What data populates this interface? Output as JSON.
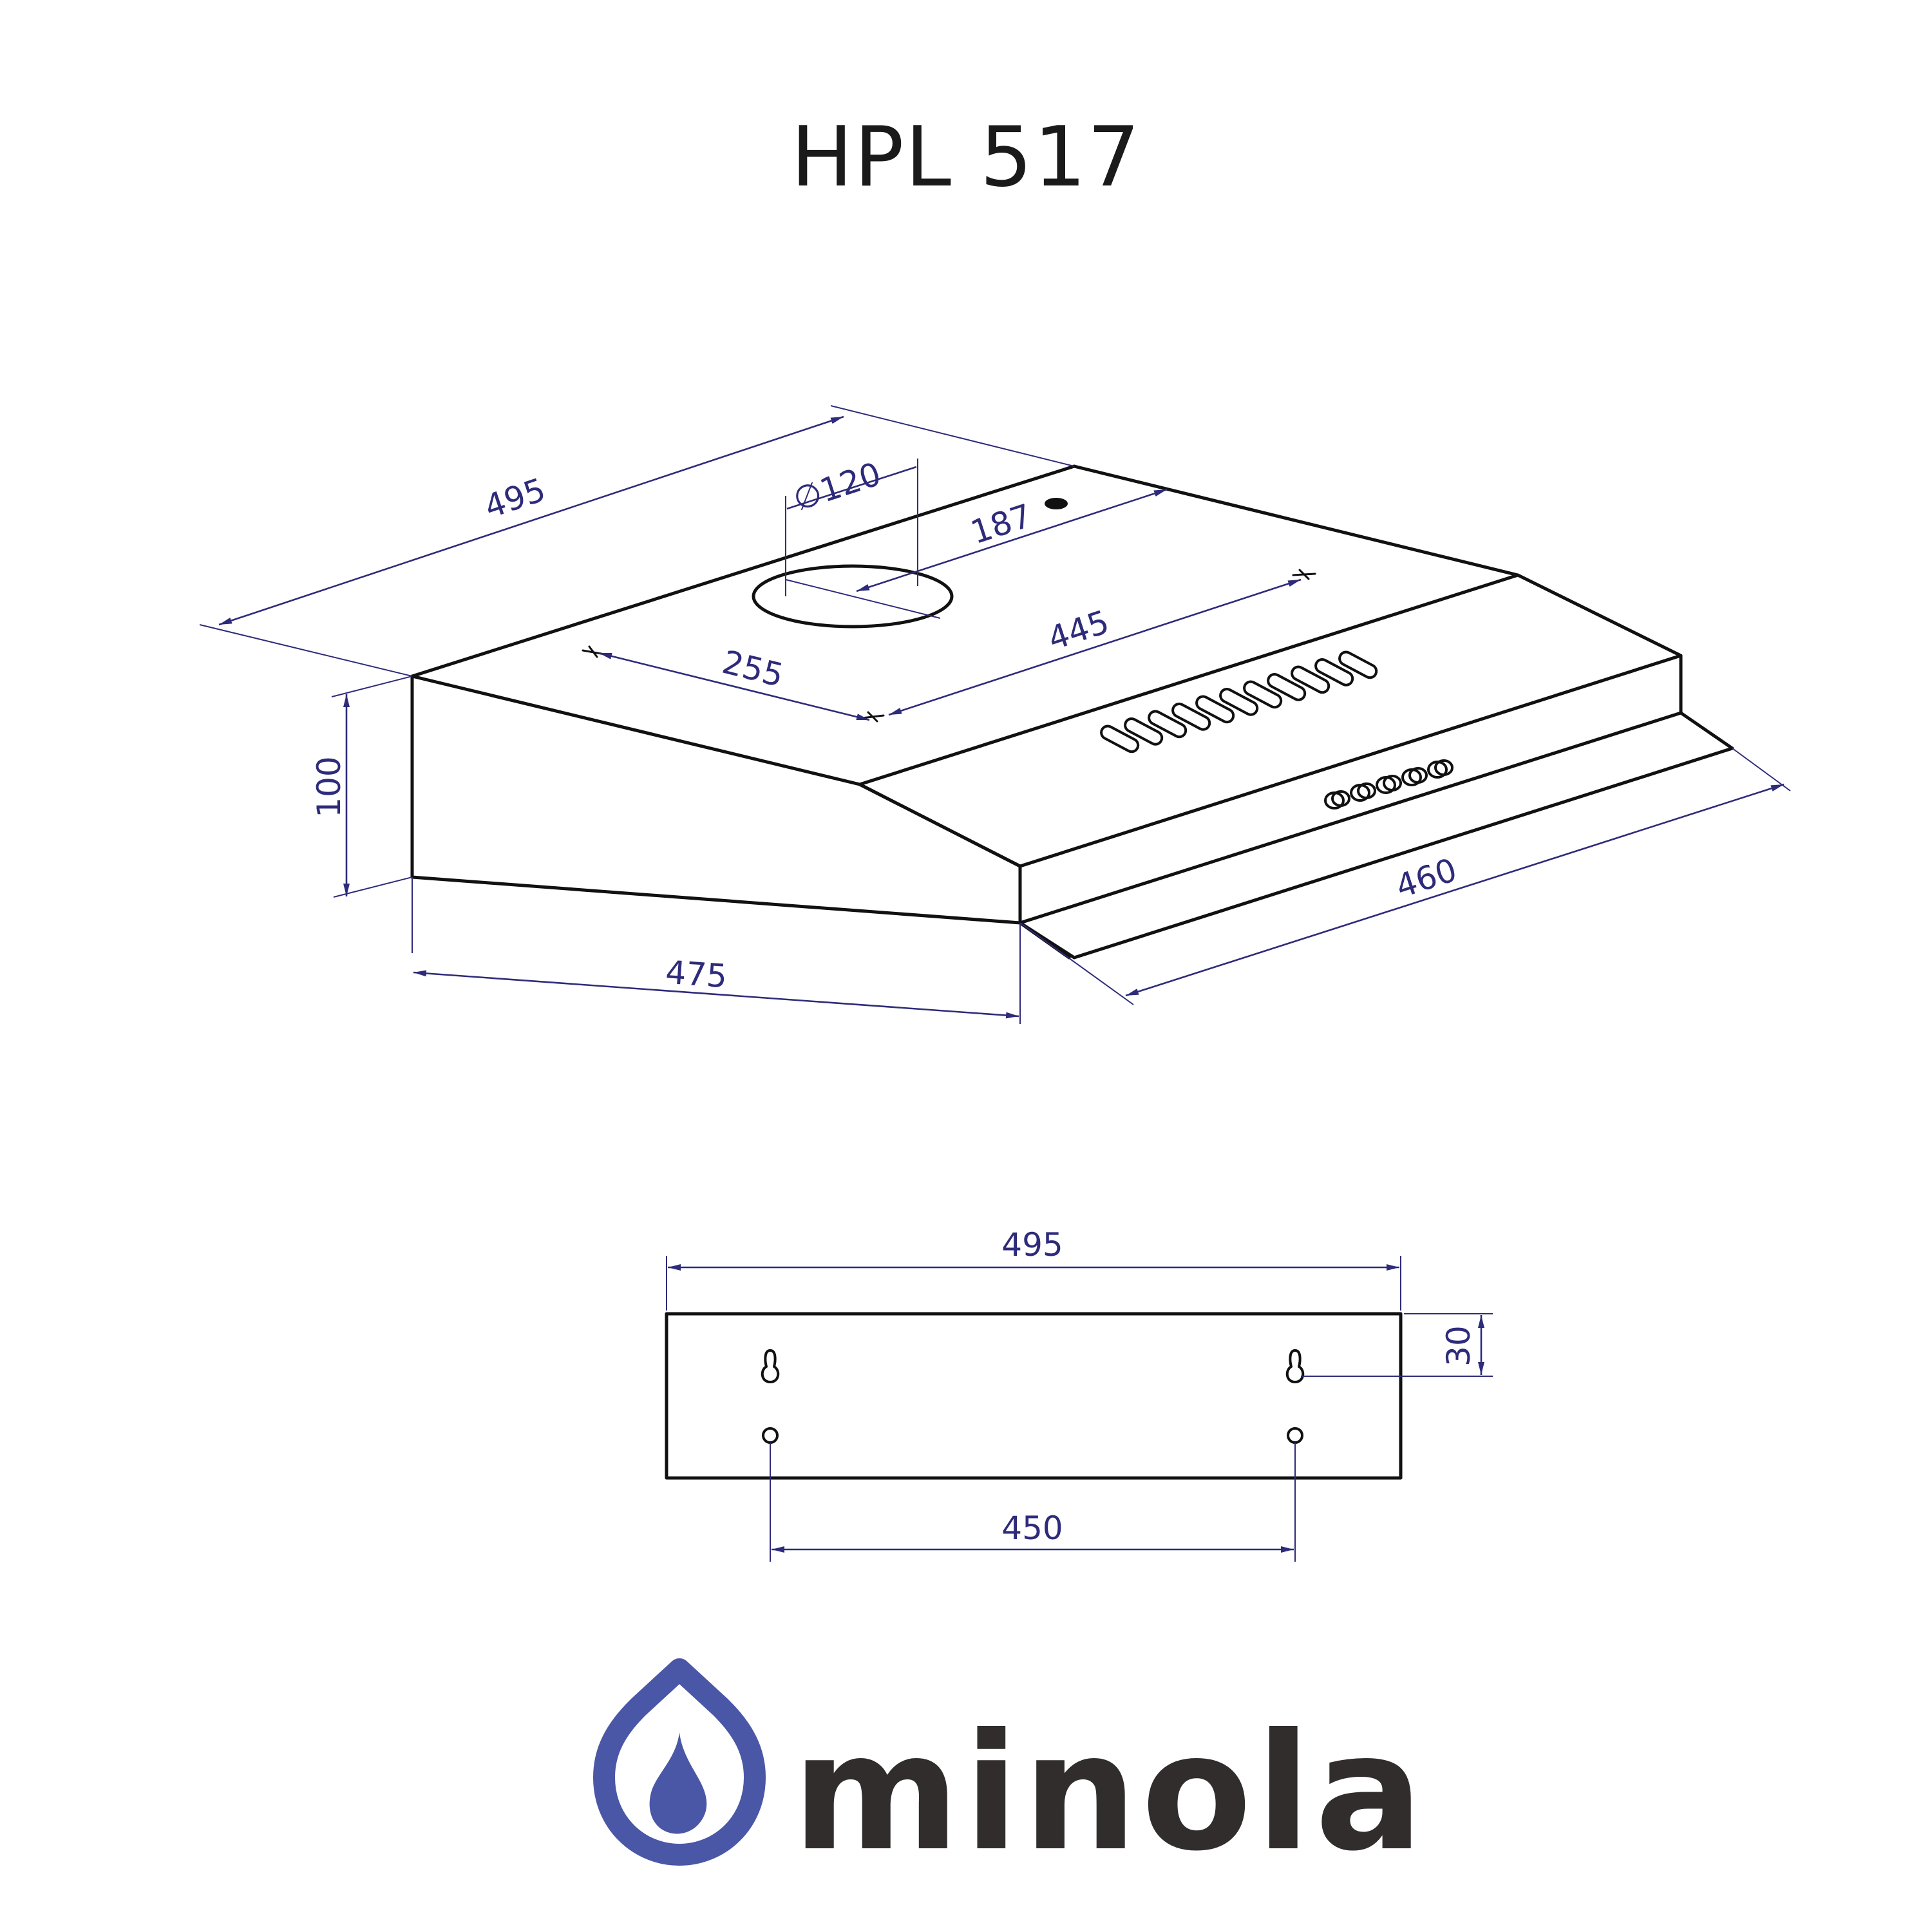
{
  "title": "HPL 517",
  "dimensions": {
    "width_top": "495",
    "outlet_diameter": "∅120",
    "outlet_offset": "187",
    "mount_span": "445",
    "mount_offset": "255",
    "height": "100",
    "depth": "475",
    "front_width": "460"
  },
  "bracket": {
    "width": "495",
    "hole_offset": "30",
    "hole_span": "450"
  },
  "brand": {
    "name": "minola",
    "color": "#4a56a6",
    "text_color": "#302d2c"
  },
  "colors": {
    "outline": "#111111",
    "dimension": "#2e2b7a"
  }
}
